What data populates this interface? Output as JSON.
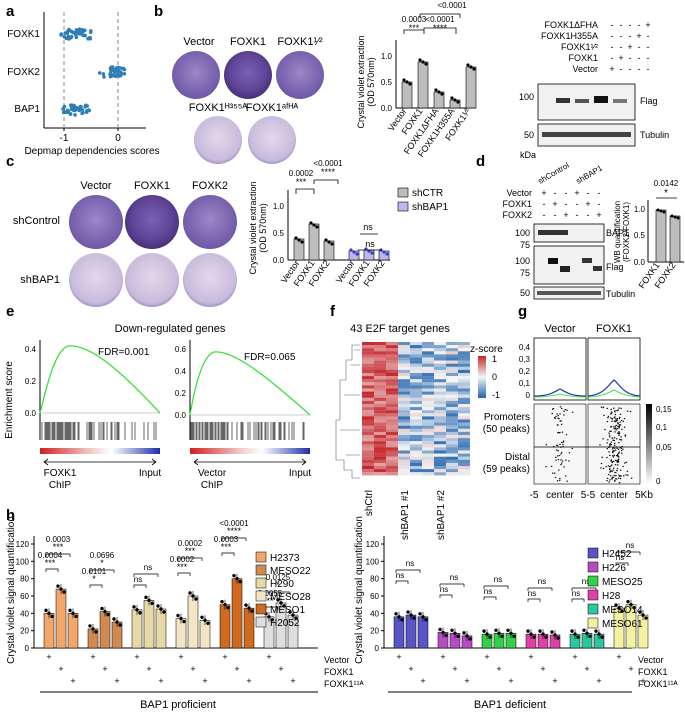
{
  "panels": {
    "a": {
      "label": "a",
      "genes": [
        "FOXK1",
        "FOXK2",
        "BAP1"
      ],
      "xlabel": "Depmap dependencies scores",
      "ticks": [
        "-1",
        "0"
      ],
      "colors": {
        "dot": "#2f7fb5"
      }
    },
    "b": {
      "label": "b",
      "wells": [
        "Vector",
        "FOXK1",
        "FOXK1¹⁄²",
        "FOXK1ᴴ³⁵⁵ᴬ",
        "FOXK1ᵃᶠᴴᴬ"
      ],
      "chart": {
        "ylabel_1": "Crystal violet extraction",
        "ylabel_2": "(OD 570nm)",
        "yticks": [
          "0.0",
          "0.5",
          "1.0"
        ],
        "xcats": [
          "Vector",
          "FOXK1",
          "FOXK1ΔFHA",
          "FOXK1H355A",
          "FOXK1¹⁄²"
        ],
        "pvals": [
          "0.0003",
          "***",
          "<0.0001",
          "<0.0001",
          "****"
        ]
      },
      "blot": {
        "rows": [
          "FOXK1ΔFHA",
          "FOXK1H355A",
          "FOXK1¹⁄²",
          "FOXK1",
          "Vector"
        ],
        "signs": [
          [
            "-",
            "-",
            "-",
            "-",
            "+"
          ],
          [
            "-",
            "-",
            "-",
            "+",
            "-"
          ],
          [
            "-",
            "-",
            "+",
            "-",
            "-"
          ],
          [
            "-",
            "+",
            "-",
            "-",
            "-"
          ],
          [
            "+",
            "-",
            "-",
            "-",
            "-"
          ]
        ],
        "mw": [
          "100",
          "50"
        ],
        "kda": "kDa",
        "bands": [
          "Flag",
          "Tubulin"
        ]
      }
    },
    "c": {
      "label": "c",
      "cols": [
        "Vector",
        "FOXK1",
        "FOXK2"
      ],
      "rows": [
        "shControl",
        "shBAP1"
      ],
      "chart": {
        "ylabel_1": "Crystal violet extraction",
        "ylabel_2": "(OD 570nm)",
        "yticks": [
          "0.0",
          "0.5",
          "1.0"
        ],
        "xcats": [
          "Vector",
          "FOXK1",
          "FOXK2",
          "Vector",
          "FOXK1",
          "FOXK2"
        ],
        "pvals": [
          "0.0002",
          "***",
          "<0.0001",
          "****",
          "ns",
          "ns"
        ],
        "legend": [
          "shCTR",
          "shBAP1"
        ]
      }
    },
    "d": {
      "label": "d",
      "groups": [
        "shControl",
        "shBAP1"
      ],
      "rows": [
        "Vector",
        "FOXK1",
        "FOXK2"
      ],
      "signs": [
        [
          "+",
          "-",
          "-",
          "+",
          "-",
          "-"
        ],
        [
          "-",
          "+",
          "-",
          "-",
          "+",
          "-"
        ],
        [
          "-",
          "-",
          "+",
          "-",
          "-",
          "+"
        ]
      ],
      "mw": [
        "100",
        "75",
        "100",
        "75",
        "50"
      ],
      "bands": [
        "BAP1",
        "Flag",
        "Tubulin"
      ],
      "chart": {
        "ylabel_1": "WB quantification",
        "ylabel_2": "(FOXK2/FOXK1)",
        "yticks": [
          "0.0",
          "0.5",
          "1.0"
        ],
        "xcats": [
          "FOXK1",
          "FOXK2"
        ],
        "pval": "0.0142",
        "star": "*"
      }
    },
    "e": {
      "label": "e",
      "title": "Down-regulated genes",
      "ylabel": "Enrichment score",
      "left": {
        "fdr": "FDR=0.001",
        "yticks": [
          "0.4",
          "0.2",
          "0.0"
        ],
        "xl_1": "FOXK1",
        "xl_2": "ChIP",
        "xr": "Input"
      },
      "right": {
        "fdr": "FDR=0.065",
        "yticks": [
          "0.6",
          "0.4",
          "0.2",
          "0.0"
        ],
        "xl_1": "Vector",
        "xl_2": "ChIP",
        "xr": "Input"
      }
    },
    "f": {
      "label": "f",
      "title": "43 E2F target genes",
      "legend_title": "z-score",
      "legend_ticks": [
        "1",
        "0",
        "-1"
      ],
      "cols": [
        "shCtrl",
        "shBAP1 #1",
        "shBAP1 #2"
      ]
    },
    "g": {
      "label": "g",
      "titles": [
        "Vector",
        "FOXK1"
      ],
      "yticks": [
        "0,4",
        "0,3",
        "0,2",
        "0,1",
        "0"
      ],
      "rows": [
        "Promoters",
        "(50 peaks)",
        "Distal",
        "(59 peaks)"
      ],
      "x": [
        "-5",
        "center",
        "5-5",
        "center",
        "5Kb"
      ],
      "scale": [
        "0,15",
        "0,1",
        "0,05",
        "0"
      ]
    },
    "h": {
      "label": "h",
      "ylabel": "Crystal violet signal quantification",
      "yticks": [
        "0",
        "20",
        "40",
        "60",
        "80",
        "100",
        "120"
      ],
      "left": {
        "lines": [
          "H2373",
          "MESO22",
          "H290",
          "MESO28",
          "MESO1",
          "H2052"
        ],
        "colors": [
          "#f2a66a",
          "#d08a50",
          "#e6d9a5",
          "#f4e5c5",
          "#d06a1f",
          "#dedede"
        ],
        "pvals": [
          [
            "0.0004",
            "***",
            "0.0003",
            "***"
          ],
          [
            "0.0101",
            "*",
            "0.0696",
            "*"
          ],
          [
            "ns",
            "ns"
          ],
          [
            "0.0002",
            "***",
            "0.0002",
            "***"
          ],
          [
            "0.0003",
            "***",
            "<0.0001",
            "****"
          ],
          [
            "0.0055",
            "**",
            "0.0125",
            "*"
          ]
        ],
        "group": "BAP1 proficient"
      },
      "right": {
        "lines": [
          "H2452",
          "H226",
          "MESO25",
          "H28",
          "MESO14",
          "MESO61"
        ],
        "colors": [
          "#5a54c9",
          "#b64cc4",
          "#33d14a",
          "#e040a8",
          "#2cc6a0",
          "#f4f2a0"
        ],
        "pvals": [
          "ns",
          "ns"
        ],
        "group": "BAP1 deficient"
      },
      "conditions": [
        "Vector",
        "FOXK1",
        "FOXK1¹¹ᴬ"
      ],
      "plus": "+"
    }
  }
}
